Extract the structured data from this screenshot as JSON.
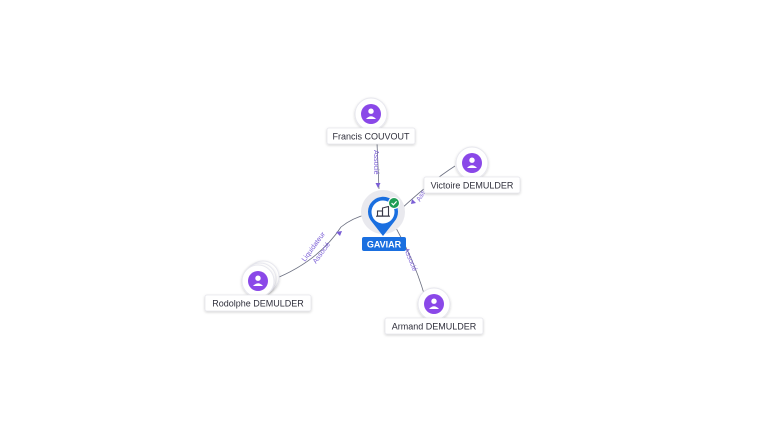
{
  "company": {
    "name": "GAVIAR",
    "status": "active",
    "icon": "building-icon",
    "status_icon": "check-badge-icon",
    "colors": {
      "pin": "#1a6fe0",
      "badge": "#1f9d55"
    }
  },
  "persons": [
    {
      "id": "francis",
      "name": "Francis COUVOUT",
      "icon": "person-icon",
      "role": "Associé"
    },
    {
      "id": "victoire",
      "name": "Victoire DEMULDER",
      "icon": "person-icon",
      "role": "Ass"
    },
    {
      "id": "rodolphe",
      "name": "Rodolphe DEMULDER",
      "icon": "person-icon",
      "role_lines": [
        "Liquidateur",
        "Associé"
      ]
    },
    {
      "id": "armand",
      "name": "Armand DEMULDER",
      "icon": "person-icon",
      "role": "Associé"
    }
  ],
  "colors": {
    "person": "#8a48e8",
    "edge_label": "#7b5fd6"
  }
}
